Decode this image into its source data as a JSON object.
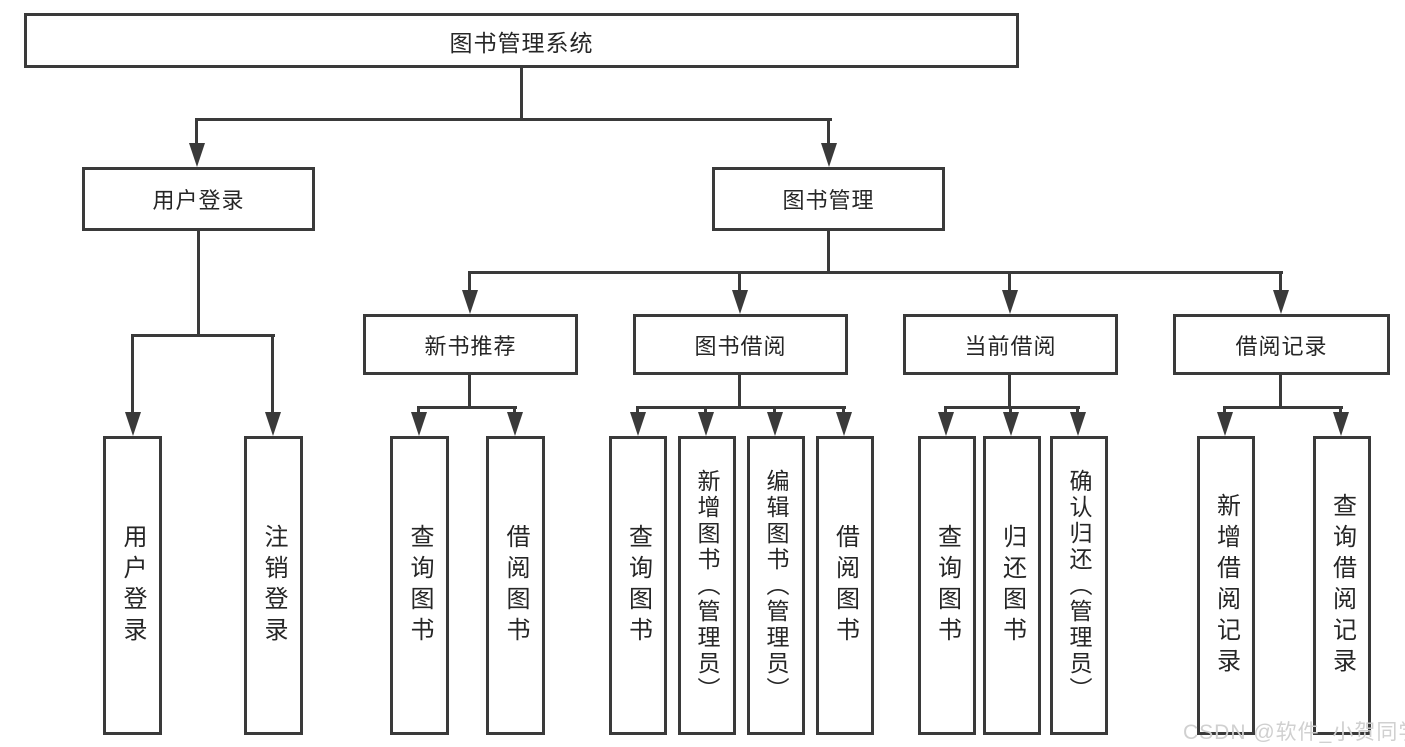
{
  "title": "图书管理系统",
  "level2": {
    "user_login": "用户登录",
    "book_management": "图书管理"
  },
  "level3": {
    "new_book_recommend": "新书推荐",
    "book_borrow": "图书借阅",
    "current_borrow": "当前借阅",
    "borrow_records": "借阅记录"
  },
  "leaves": {
    "user": [
      "用户登录",
      "注销登录"
    ],
    "recommend": [
      "查询图书",
      "借阅图书"
    ],
    "borrow": [
      "查询图书",
      "新增图书（管理员）",
      "编辑图书（管理员）",
      "借阅图书"
    ],
    "current": [
      "查询图书",
      "归还图书",
      "确认归还（管理员）"
    ],
    "records": [
      "新增借阅记录",
      "查询借阅记录"
    ]
  },
  "watermark": "CSDN @软件_小贺同学",
  "colors": {
    "line": "#3a3a3a",
    "text": "#262626",
    "watermark": "#d0d0d0",
    "background": "#ffffff"
  }
}
